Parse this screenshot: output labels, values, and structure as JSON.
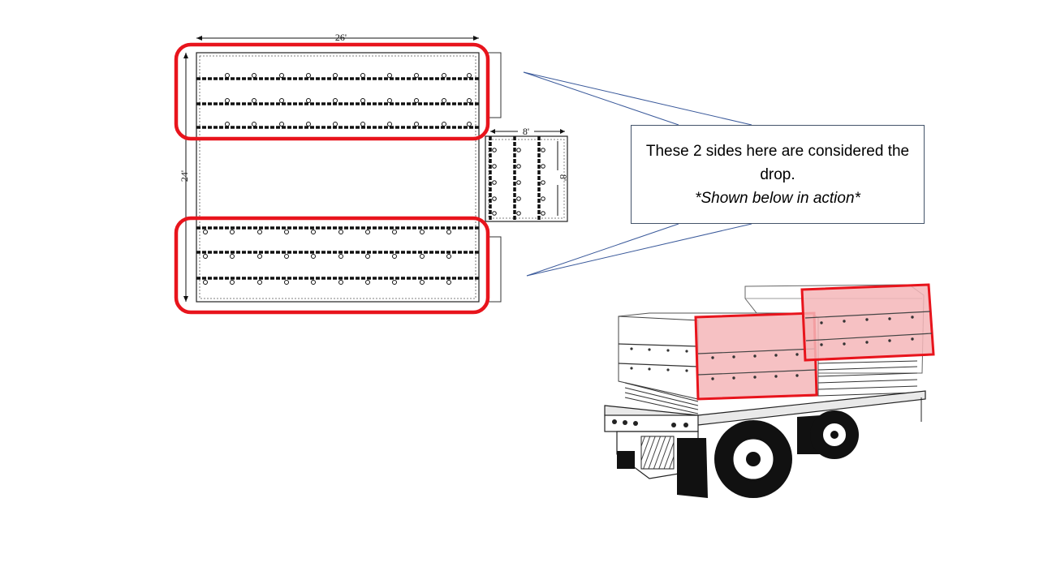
{
  "dimensions": {
    "length_top": "26'",
    "width_side": "24'",
    "end_width": "8'",
    "end_depth": "8'"
  },
  "callout": {
    "line1": "These 2 sides here are considered the",
    "line2": "drop.",
    "line3": "*Shown below in action*"
  },
  "colors": {
    "highlight_outline": "#e8141c",
    "highlight_fill": "#f4b6b8",
    "pointer_line": "#3b5a9b",
    "callout_border": "#44546a"
  }
}
